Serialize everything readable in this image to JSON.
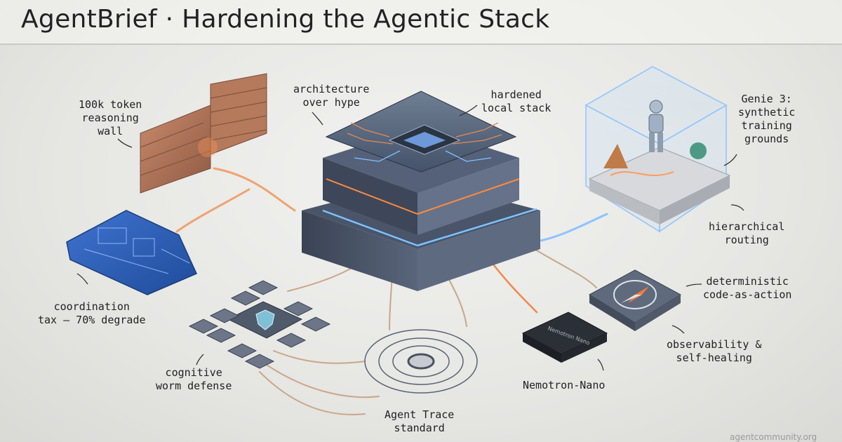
{
  "header": {
    "title": "AgentBrief · Hardening the Agentic Stack"
  },
  "labels": {
    "reasoning_wall": "100k token\nreasoning\nwall",
    "architecture": "architecture\nover hype",
    "hardened_stack": "hardened\nlocal stack",
    "genie": "Genie 3:\nsynthetic\ntraining\ngrounds",
    "routing": "hierarchical\nrouting",
    "coordination": "coordination\ntax – 70% degrade",
    "deterministic": "deterministic\ncode-as-action",
    "observability": "observability &\nself-healing",
    "cognitive_worm": "cognitive\nworm defense",
    "nemotron": "Nemotron-Nano",
    "agent_trace": "Agent Trace\nstandard"
  },
  "chip_marking": "Nemotron Nano",
  "footer": {
    "url": "agentcommunity.org"
  },
  "colors": {
    "accent_blue": "#5aa9ff",
    "accent_orange": "#ff8a3d",
    "brick": "#b07356",
    "blueprint": "#2f5fb3",
    "background": "#e9e9e6"
  },
  "icons": [
    "brick-wall",
    "blueprint",
    "cpu-stack",
    "holographic-cube",
    "robot",
    "compass",
    "chip",
    "shield",
    "trace-rings"
  ]
}
